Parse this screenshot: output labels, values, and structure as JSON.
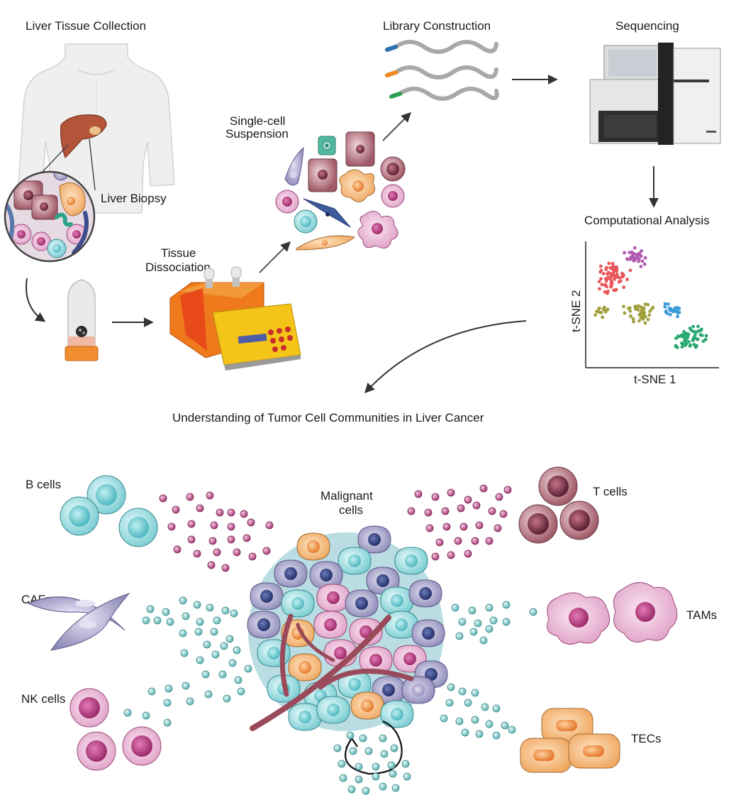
{
  "labels": {
    "liver_tissue_collection": "Liver Tissue Collection",
    "library_construction": "Library Construction",
    "sequencing": "Sequencing",
    "single_cell_line1": "Single-cell",
    "single_cell_line2": "Suspension",
    "liver_biopsy": "Liver Biopsy",
    "computational_analysis": "Computational Analysis",
    "tissue_line1": "Tissue",
    "tissue_line2": "Dissociation",
    "tsne_y": "t-SNE 2",
    "tsne_x": "t-SNE 1",
    "understanding": "Understanding of Tumor Cell Communities in Liver Cancer",
    "b_cells": "B cells",
    "malignant_line1": "Malignant",
    "malignant_line2": "cells",
    "t_cells": "T cells",
    "cafs": "CAFs",
    "tams": "TAMs",
    "nk_cells": "NK cells",
    "tecs": "TECs"
  },
  "colors": {
    "arrow": "#333333",
    "cluster_red": "#e8575a",
    "cluster_purple": "#b35ab4",
    "cluster_olive": "#a0a03a",
    "cluster_blue": "#3a9ad8",
    "cluster_green": "#27a870",
    "cytokine_magenta": "#b0407a",
    "cytokine_teal": "#5fb3b3",
    "vessel": "#9a4a5a"
  },
  "icons": [
    "human-torso-icon",
    "liver-icon",
    "biopsy-tube-icon",
    "dissociator-device-icon",
    "sequencer-icon",
    "dna-fragment-icon"
  ]
}
